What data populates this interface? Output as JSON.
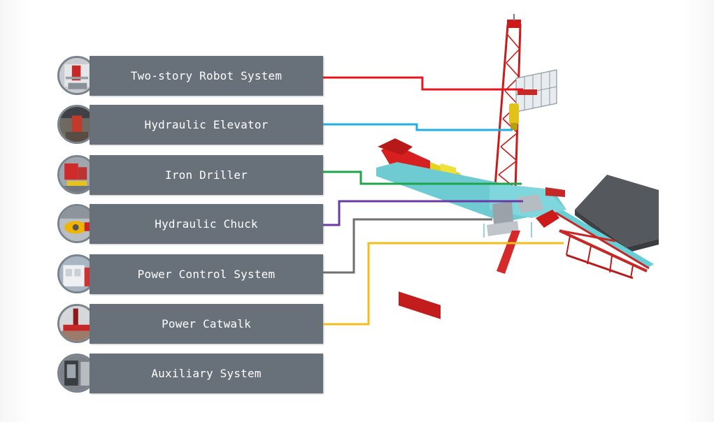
{
  "systems": [
    {
      "label": "Two-story Robot System",
      "line_color": "#e8161c"
    },
    {
      "label": "Hydraulic Elevator",
      "line_color": "#22aee0"
    },
    {
      "label": "Iron Driller",
      "line_color": "#1fa64a"
    },
    {
      "label": "Hydraulic Chuck",
      "line_color": "#6b3aa6"
    },
    {
      "label": "Power Control System",
      "line_color": "#6f6f6f"
    },
    {
      "label": "Power Catwalk",
      "line_color": "#f4bd1f"
    },
    {
      "label": "Auxiliary System",
      "line_color": ""
    }
  ],
  "colors": {
    "label_box": "#68707a",
    "rig_red": "#cc1a1a",
    "deck_cyan": "#63c7cf",
    "shelter_gray": "#55585c"
  }
}
